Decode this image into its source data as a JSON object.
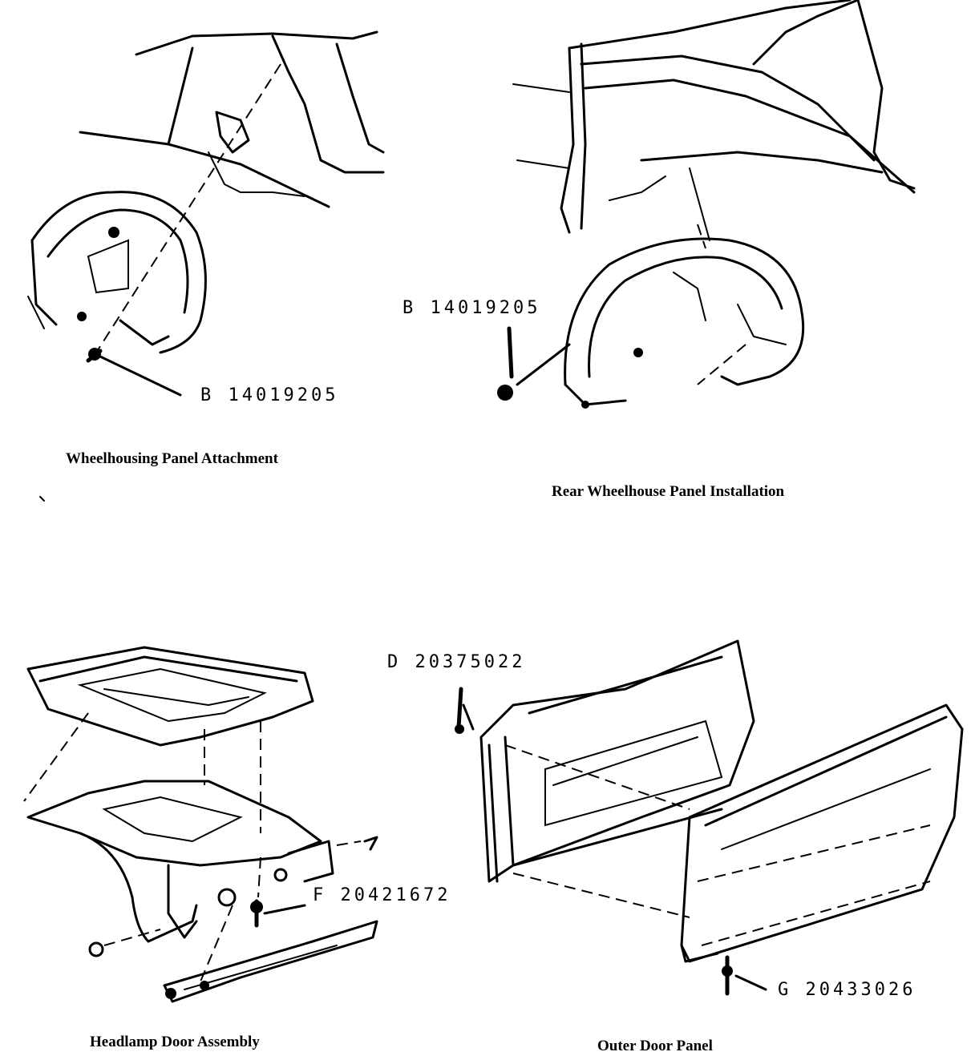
{
  "figures": [
    {
      "id": "wheelhousing",
      "caption": "Wheelhousing Panel Attachment",
      "part_code": "B",
      "part_number": "14019205"
    },
    {
      "id": "rear-wheelhouse",
      "caption": "Rear Wheelhouse Panel Installation",
      "part_code": "B",
      "part_number": "14019205"
    },
    {
      "id": "headlamp-door",
      "caption": "Headlamp Door Assembly",
      "part_code": "F",
      "part_number": "20421672"
    },
    {
      "id": "outer-door",
      "caption": "Outer Door Panel",
      "callouts": [
        {
          "part_code": "D",
          "part_number": "20375022"
        },
        {
          "part_code": "G",
          "part_number": "20433026"
        }
      ]
    }
  ]
}
